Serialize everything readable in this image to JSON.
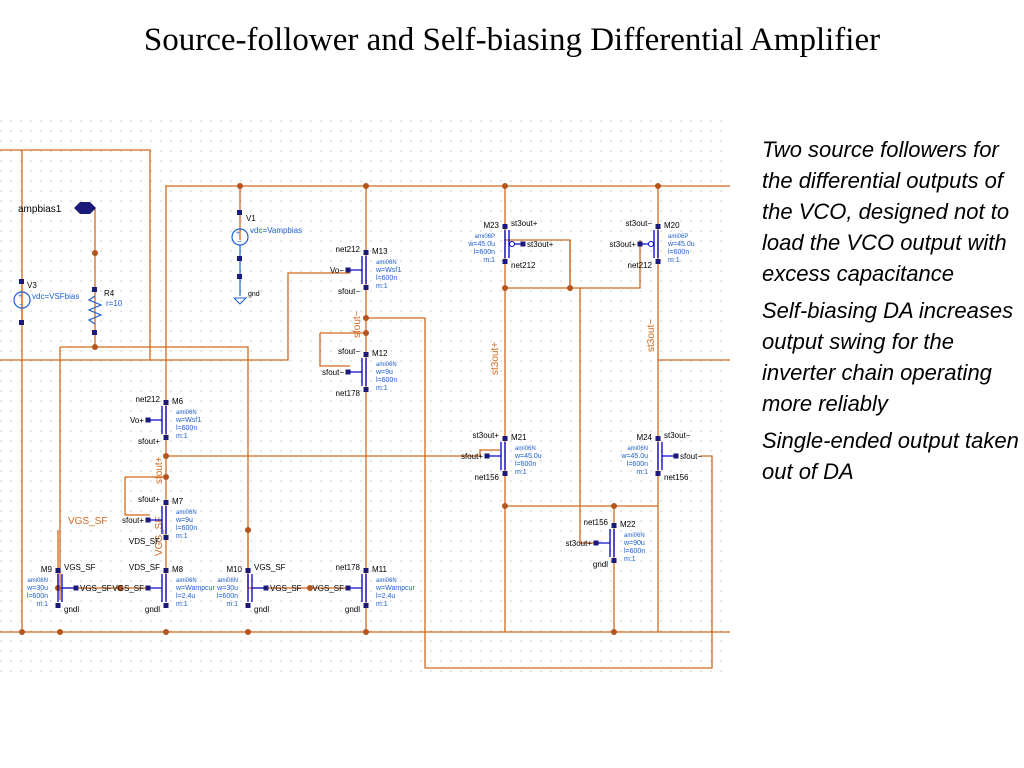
{
  "title": "Source-follower and Self-biasing Differential Amplifier",
  "notes": [
    "Two source followers for the differential outputs of the VCO, designed not to load the VCO output with excess capacitance",
    "Self-biasing DA increases output swing for the inverter chain operating more reliably",
    "Single-ended output taken out of DA"
  ],
  "colors": {
    "wire": "#d2691e",
    "device": "#0000cc",
    "pin": "#1a1a7a",
    "label": "#000000",
    "param": "#1e5fd0",
    "netlabel": "#d2691e",
    "grid": "#c9c9c9"
  },
  "schematic": {
    "sources": [
      {
        "name": "V1",
        "param": "vdc=Vampbias",
        "gnd": "gnd"
      },
      {
        "name": "V3",
        "param": "vdc=VSFbias"
      }
    ],
    "resistor": {
      "name": "R4",
      "param": "r=10"
    },
    "pin": {
      "name": "ampbias1"
    },
    "transistors": [
      {
        "name": "M13",
        "model": "ami06N",
        "w": "w=Wsf1",
        "l": "l=600n",
        "m": "m:1",
        "gate": "Vo−",
        "drain": "net212",
        "source": "sfout−"
      },
      {
        "name": "M12",
        "model": "ami06N",
        "w": "w=9u",
        "l": "l=600n",
        "m": "m:1",
        "gate": "sfout−",
        "drain": "sfout−",
        "source": "net178"
      },
      {
        "name": "M6",
        "model": "ami06N",
        "w": "w=Wsf1",
        "l": "l=600n",
        "m": "m:1",
        "gate": "Vo+",
        "drain": "net212",
        "source": "sfout+"
      },
      {
        "name": "M7",
        "model": "ami06N",
        "w": "w=9u",
        "l": "l=600n",
        "m": "m:1",
        "gate": "sfout+",
        "drain": "sfout+",
        "source": "VDS_SF"
      },
      {
        "name": "M9",
        "model": "ami06N",
        "w": "w=30u",
        "l": "l=600n",
        "m": "m:1",
        "gate": "VGS_SF",
        "drain": "VGS_SF",
        "source": "gndl"
      },
      {
        "name": "M8",
        "model": "ami06N",
        "w": "w=Wampcur",
        "l": "l=2.4u",
        "m": "m:1",
        "gate": "VGS_SF",
        "drain": "VDS_SF",
        "source": "gndl"
      },
      {
        "name": "M10",
        "model": "ami06N",
        "w": "w=30u",
        "l": "l=600n",
        "m": "m:1",
        "gate": "VGS_SF",
        "drain": "VGS_SF",
        "source": "gndl"
      },
      {
        "name": "M11",
        "model": "ami06N",
        "w": "w=Wampcur",
        "l": "l=2.4u",
        "m": "m:1",
        "gate": "VGS_SF",
        "drain": "net178",
        "source": "gndl"
      },
      {
        "name": "M23",
        "model": "ami06P",
        "w": "w=45.0u",
        "l": "l=600n",
        "m": "m:1",
        "gate": "st3out+",
        "drain": "st3out+",
        "source": "net212"
      },
      {
        "name": "M20",
        "model": "ami06P",
        "w": "w=45.0u",
        "l": "l=600n",
        "m": "m:1",
        "gate": "st3out+",
        "drain": "st3out−",
        "source": "net212"
      },
      {
        "name": "M21",
        "model": "ami06N",
        "w": "w=45.0u",
        "l": "l=600n",
        "m": "m:1",
        "gate": "sfout+",
        "drain": "st3out+",
        "source": "net156"
      },
      {
        "name": "M24",
        "model": "ami06N",
        "w": "w=45.0u",
        "l": "l=600n",
        "m": "m:1",
        "gate": "sfout−",
        "drain": "st3out−",
        "source": "net156"
      },
      {
        "name": "M22",
        "model": "ami06N",
        "w": "w=90u",
        "l": "l=600n",
        "m": "m:1",
        "gate": "st3out+",
        "drain": "net156",
        "source": "gndl"
      }
    ],
    "net_labels": [
      "VGS_SF",
      "sfout+",
      "sfout−",
      "st3out+",
      "st3out−",
      "VGS_SF"
    ]
  }
}
